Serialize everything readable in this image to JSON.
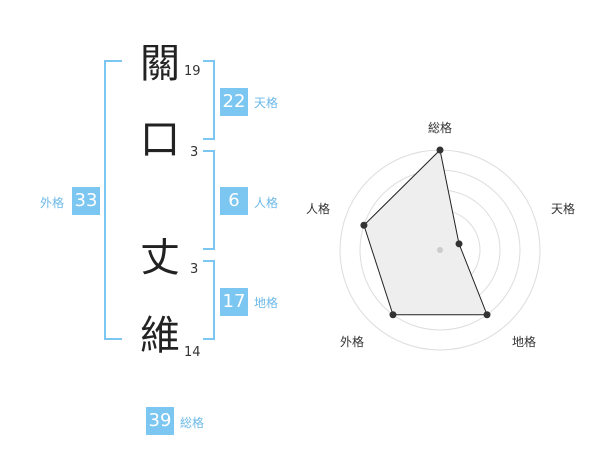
{
  "name_chars": [
    {
      "char": "關",
      "strokes": "19"
    },
    {
      "char": "口",
      "strokes": "3"
    },
    {
      "char": "丈",
      "strokes": "3"
    },
    {
      "char": "維",
      "strokes": "14"
    }
  ],
  "tenkaku": {
    "value": "22",
    "label": "天格"
  },
  "jinkaku": {
    "value": "6",
    "label": "人格"
  },
  "chikaku": {
    "value": "17",
    "label": "地格"
  },
  "gaikaku": {
    "value": "33",
    "label": "外格"
  },
  "soukaku": {
    "value": "39",
    "label": "総格"
  },
  "colors": {
    "accent": "#7cc6f2",
    "text": "#222222"
  },
  "chart_data": {
    "type": "radar",
    "axes": [
      "総格",
      "天格",
      "地格",
      "外格",
      "人格"
    ],
    "values": [
      5,
      1,
      4,
      4,
      4
    ],
    "scale_max": 5,
    "rings": 5
  }
}
